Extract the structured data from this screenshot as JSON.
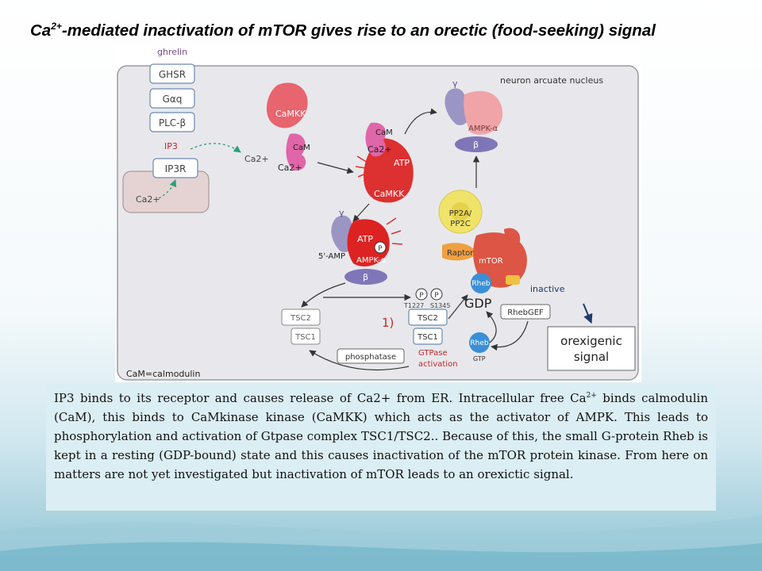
{
  "slide": {
    "title_pre": "Ca",
    "title_sup": "2+",
    "title_post": "-mediated inactivation of mTOR gives rise to an orectic (food-seeking) signal"
  },
  "figure": {
    "compartment_label": "neuron arcuate nucleus",
    "ghrelin": "ghrelin",
    "ghsr": "GHSR",
    "gaq": "Gαq",
    "plcb": "PLC-β",
    "ip3": "IP3",
    "ip3r": "IP3R",
    "ca2_er": "Ca2+",
    "ca2_cyto": "Ca2+",
    "camkk_left": "CaMKK",
    "cam_left": "CaM",
    "ca2_left": "Ca2+",
    "cam_mid": "CaM",
    "ca2_mid": "Ca2+",
    "atp_mid": "ATP",
    "camkk_mid": "CaMKK",
    "gamma_top": "γ",
    "ampka_top": "AMPK-α",
    "beta_top": "β",
    "pp2a": "PP2A/",
    "pp2c": "PP2C",
    "gamma_left": "γ",
    "atp_left": "ATP",
    "p_left": "P",
    "amp": "5'-AMP",
    "ampka_left": "AMPK-α",
    "beta_left": "β",
    "raptor": "Raptor",
    "mtor": "mTOR",
    "rheb_top": "Rheb",
    "gdp": "GDP",
    "inactive": "inactive",
    "rhebgef": "RhebGEF",
    "tsc2_left": "TSC2",
    "tsc1_left": "TSC1",
    "p1": "P",
    "p2": "P",
    "t1227": "T1227",
    "s1345": "S1345",
    "tsc2_mid": "TSC2",
    "tsc1_mid": "TSC1",
    "step": "1)",
    "gtpase1": "GTPase",
    "gtpase2": "activation",
    "phosphatase": "phosphatase",
    "rheb_bottom": "Rheb",
    "gtp": "GTP",
    "orexigenic1": "orexigenic",
    "orexigenic2": "signal",
    "legend": "CaM=calmodulin"
  },
  "caption": {
    "part1": "IP3 binds to its receptor and causes release of Ca2+ from ER. Intracellular free Ca",
    "sup": "2+",
    "part2": " binds calmodulin (CaM), this binds to CaMkinase kinase (CaMKK) which acts as the activator of AMPK.  This leads to phosphorylation and activation of Gtpase complex TSC1/TSC2.. Because of this, the small G-protein Rheb is kept in a resting (GDP-bound) state and this causes inactivation of the mTOR protein kinase. From here on matters are not yet investigated but inactivation of mTOR leads to an orexictic signal."
  },
  "colors": {
    "camkk": "#e8646e",
    "cam": "#e065a9",
    "ampk_alpha": "#dd2222",
    "gamma": "#9b95c4",
    "beta": "#7f76b8",
    "pp2a": "#f0e36a",
    "raptor": "#f0a040",
    "rheb": "#3b8fd6",
    "text_label": "#7a4a8a",
    "red_label": "#c02a2a"
  }
}
